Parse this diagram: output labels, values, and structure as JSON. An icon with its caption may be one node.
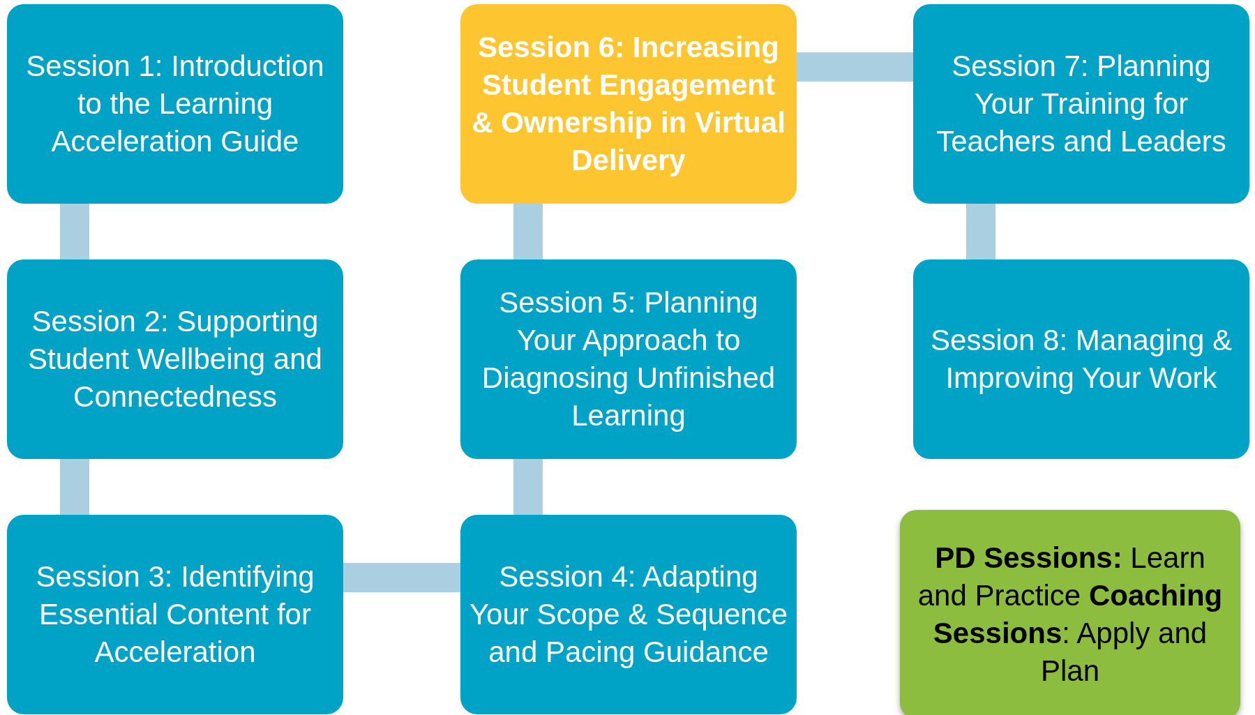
{
  "diagram": {
    "nodes": [
      {
        "text": [
          "Session 1: Introduction to the Learning Acceleration Guide"
        ]
      },
      {
        "text": [
          "Session 2: Supporting Student Wellbeing and Connectedness"
        ]
      },
      {
        "text": [
          "Session 3: Identifying Essential Content for Acceleration"
        ]
      },
      {
        "text": [
          "Session 4: Adapting Your Scope & Sequence and Pacing Guidance"
        ]
      },
      {
        "text": [
          "Session 5: Planning Your Approach to Diagnosing Unfinished Learning"
        ]
      },
      {
        "text": [
          "Session 6: Increasing Student Engagement & Ownership in Virtual Delivery"
        ]
      },
      {
        "text": [
          "Session 7: Planning Your Training for Teachers and Leaders"
        ]
      },
      {
        "text": [
          "Session 8: Managing & Improving Your Work"
        ]
      },
      {
        "text": [
          "**PD Sessions:** Learn and Practice **Coaching Sessions**: Apply and Plan"
        ]
      }
    ],
    "edges": [
      {
        "from": 0,
        "to": 1,
        "arrow": "none"
      },
      {
        "from": 1,
        "to": 2,
        "arrow": "none"
      },
      {
        "from": 2,
        "to": 3,
        "arrow": "none"
      },
      {
        "from": 3,
        "to": 4,
        "arrow": "none"
      },
      {
        "from": 4,
        "to": 5,
        "arrow": "none"
      },
      {
        "from": 5,
        "to": 6,
        "arrow": "none"
      },
      {
        "from": 6,
        "to": 7,
        "arrow": "none"
      }
    ]
  }
}
